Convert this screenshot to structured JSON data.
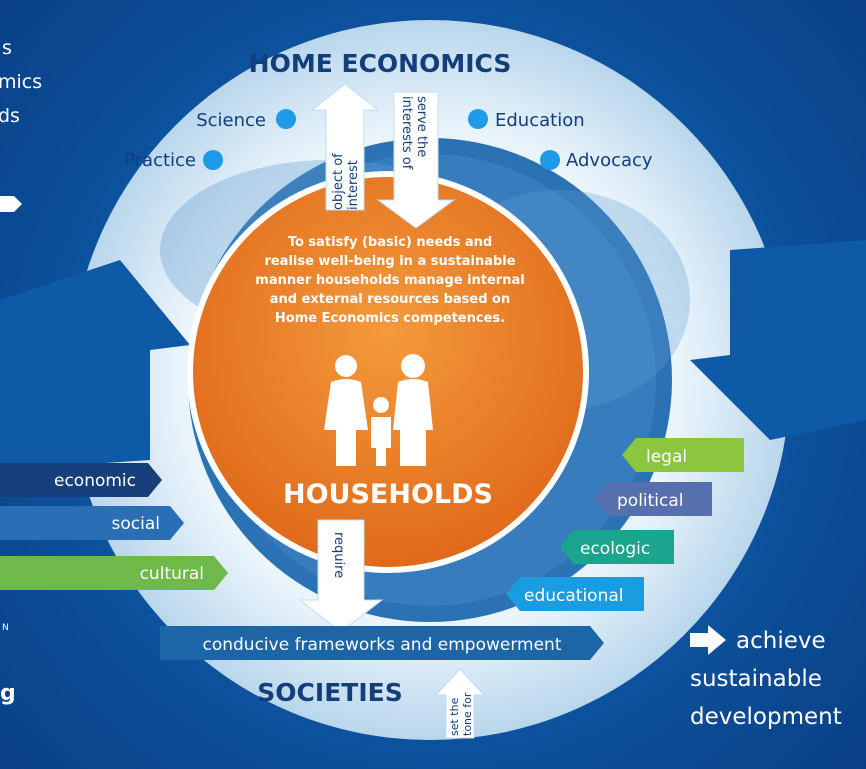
{
  "left_edge_fragments": [
    "s",
    "mics",
    "ds",
    "N",
    "g"
  ],
  "top": {
    "title": "HOME ECONOMICS",
    "items": [
      "Science",
      "Practice",
      "Education",
      "Advocacy"
    ],
    "arrow_up_lines": [
      "object of",
      "interest"
    ],
    "arrow_down_lines": [
      "serve the",
      "interests of"
    ]
  },
  "households": {
    "statement_lines": [
      "To satisfy (basic) needs and",
      "realise well-being in a sustainable",
      "manner households manage internal",
      "and external resources based on",
      "Home Economics competences."
    ],
    "title": "HOUSEHOLDS",
    "require_label": "require"
  },
  "left_tags": [
    "economic",
    "social",
    "cultural"
  ],
  "right_tags": [
    "legal",
    "political",
    "ecologic",
    "educational"
  ],
  "frameworks_label": "conducive frameworks and empowerment",
  "societies": {
    "title": "SOCIETIES",
    "arrow_lines": [
      "set the",
      "tone for"
    ]
  },
  "outcome_lines": [
    "achieve",
    "sustainable",
    "development"
  ],
  "colors": {
    "background": "#0d5aa6",
    "ring": "#c4dced",
    "orange": "#e8731e",
    "navy": "#123e7c",
    "dot": "#1e9be8",
    "tag_economic": "#173f7c",
    "tag_social": "#2a6eb6",
    "tag_cultural": "#6fb84a",
    "tag_legal": "#8cc63e",
    "tag_political": "#566fae",
    "tag_ecologic": "#1aa58e",
    "tag_educational": "#1a9de0"
  }
}
